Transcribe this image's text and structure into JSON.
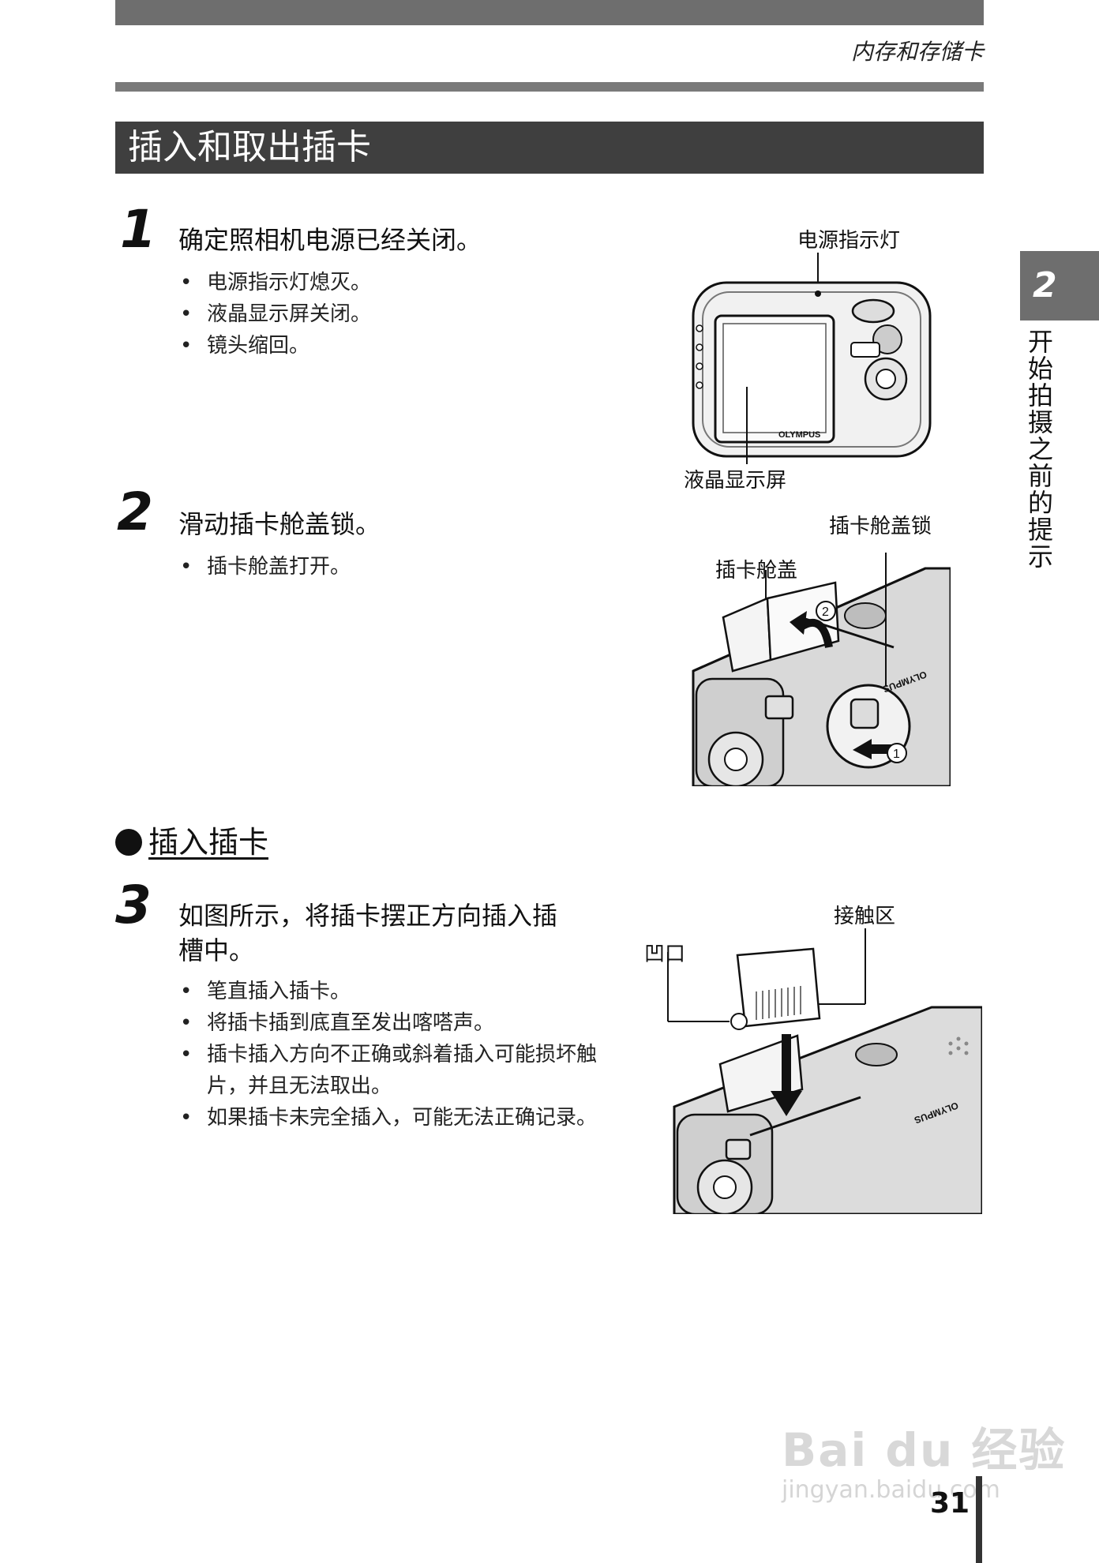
{
  "header": {
    "title": "内存和存储卡"
  },
  "section": {
    "title": "插入和取出插卡"
  },
  "steps": [
    {
      "num": "1",
      "title": "确定照相机电源已经关闭。",
      "bullets": [
        "电源指示灯熄灭。",
        "液晶显示屏关闭。",
        "镜头缩回。"
      ]
    },
    {
      "num": "2",
      "title": "滑动插卡舱盖锁。",
      "bullets": [
        "插卡舱盖打开。"
      ]
    },
    {
      "num": "3",
      "title_line1": "如图所示，将插卡摆正方向插入插",
      "title_line2": "槽中。",
      "bullets": [
        "笔直插入插卡。",
        "将插卡插到底直至发出喀嗒声。",
        "插卡插入方向不正确或斜着插入可能损坏触片，并且无法取出。",
        "如果插卡未完全插入，可能无法正确记录。"
      ]
    }
  ],
  "subsection": {
    "title": "插入插卡"
  },
  "figure1": {
    "label_top": "电源指示灯",
    "label_bottom": "液晶显示屏",
    "brand": "OLYMPUS"
  },
  "figure2": {
    "label_lock": "插卡舱盖锁",
    "label_cover": "插卡舱盖",
    "mark1": "1",
    "mark2": "2",
    "brand": "OLYMPUS"
  },
  "figure3": {
    "label_contacts": "接触区",
    "label_notch": "凹口",
    "brand": "OLYMPUS"
  },
  "side_tab": {
    "num": "2",
    "text": "开始拍摄之前的提示"
  },
  "page_number": "31",
  "watermark": {
    "main": "Bai du 经验",
    "sub": "jingyan.baidu.com"
  }
}
